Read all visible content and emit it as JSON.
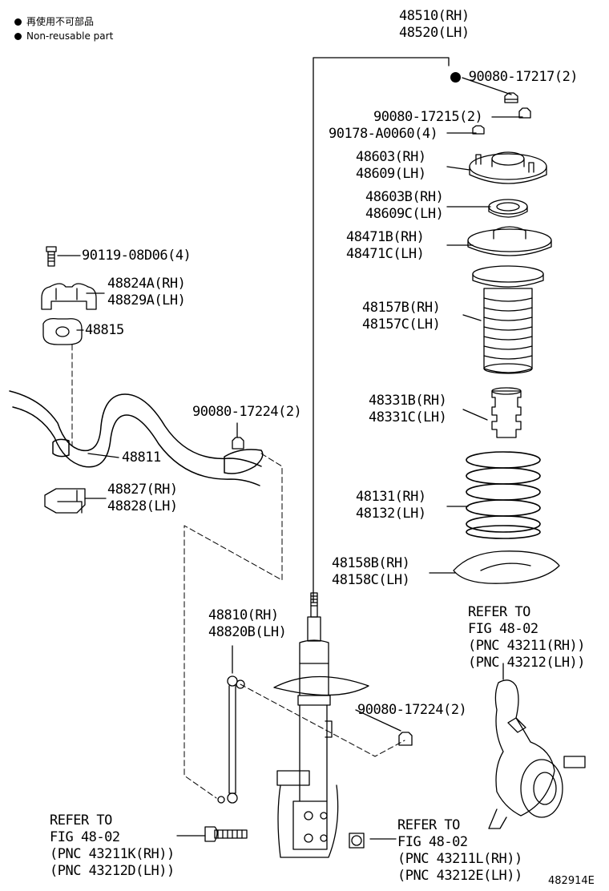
{
  "legend": {
    "line1": "再使用不可部品",
    "line2": "Non-reusable part"
  },
  "labels": {
    "strut_assy": [
      "48510(RH)",
      "48520(LH)"
    ],
    "nut_nonreusable": "90080-17217(2)",
    "nut_15": "90080-17215(2)",
    "nut_a0060": "90178-A0060(4)",
    "support": [
      "48603(RH)",
      "48609(LH)"
    ],
    "bearing": [
      "48603B(RH)",
      "48609C(LH)"
    ],
    "upper_seat": [
      "48471B(RH)",
      "48471C(LH)"
    ],
    "boot": [
      "48157B(RH)",
      "48157C(LH)"
    ],
    "bumper": [
      "48331B(RH)",
      "48331C(LH)"
    ],
    "spring": [
      "48131(RH)",
      "48132(LH)"
    ],
    "lower_insulator": [
      "48158B(RH)",
      "48158C(LH)"
    ],
    "bolt": "90119-08D06(4)",
    "bracket": [
      "48824A(RH)",
      "48829A(LH)"
    ],
    "bushing": "48815",
    "stab_bar": "48811",
    "nut_stab": "90080-17224(2)",
    "stab_bracket": [
      "48827(RH)",
      "48828(LH)"
    ],
    "link": [
      "48810(RH)",
      "48820B(LH)"
    ],
    "nut_link": "90080-17224(2)",
    "refer_knuckle": [
      "REFER TO",
      "FIG 48-02",
      "(PNC 43211(RH))",
      "(PNC 43212(LH))"
    ],
    "refer_bolt": [
      "REFER TO",
      "FIG 48-02",
      "(PNC 43211K(RH))",
      "(PNC 43212D(LH))"
    ],
    "refer_nut": [
      "REFER TO",
      "FIG 48-02",
      "(PNC 43211L(RH))",
      "(PNC 43212E(LH))"
    ]
  },
  "figure_id": "482914E"
}
